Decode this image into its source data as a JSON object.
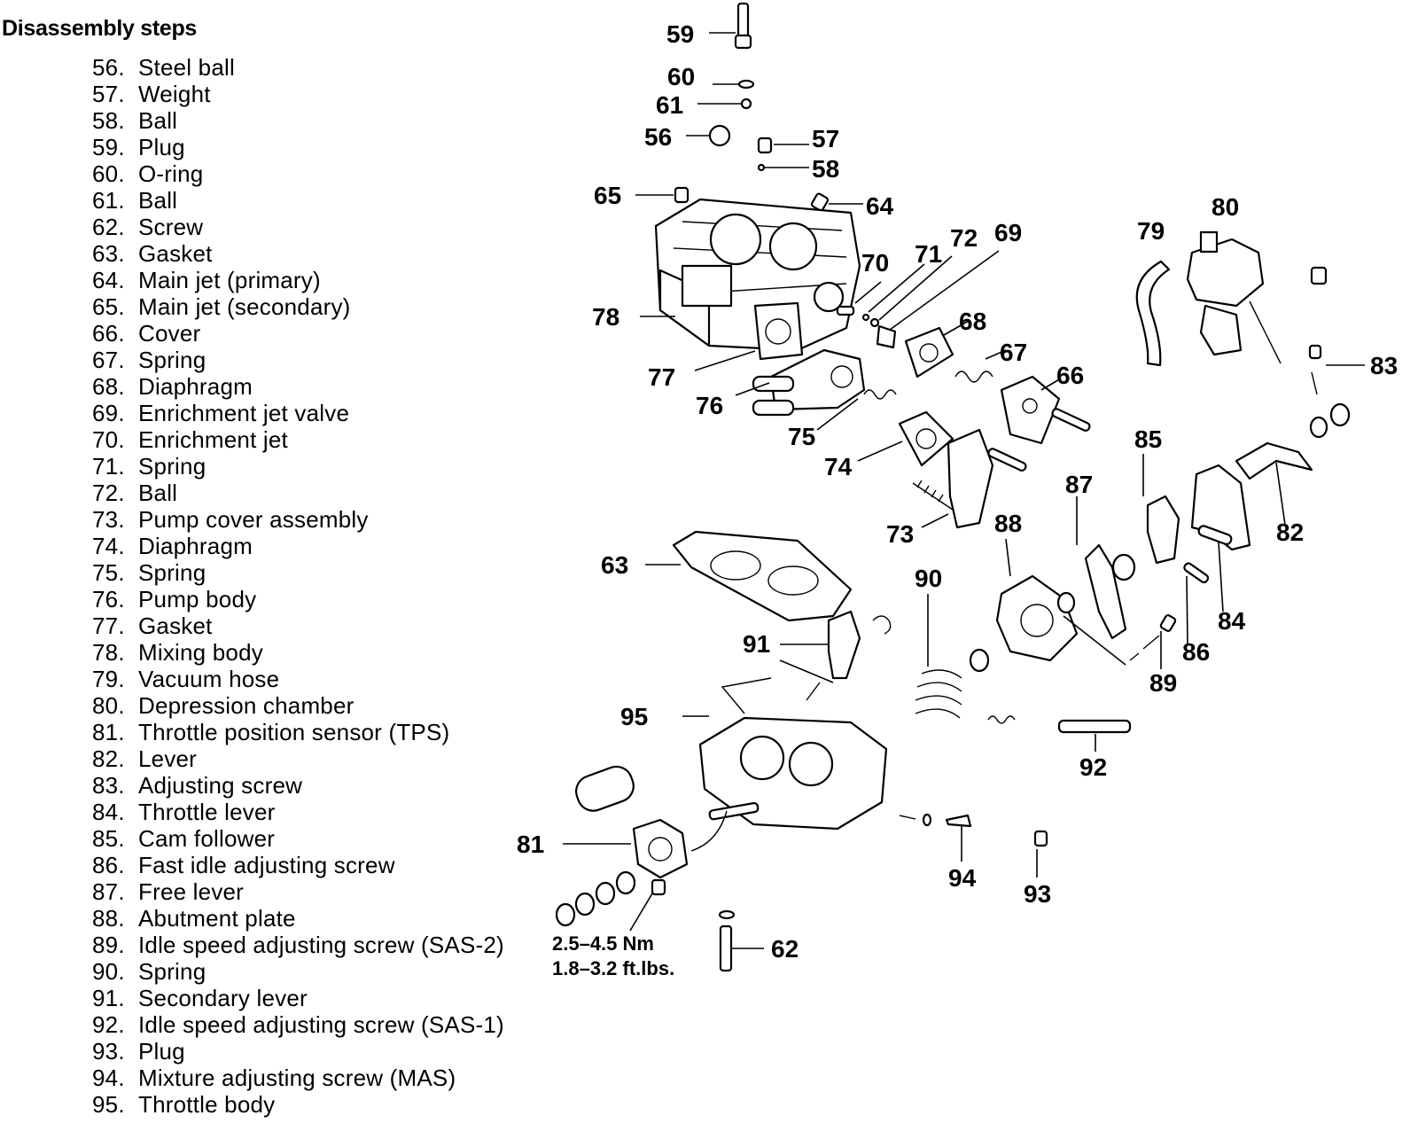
{
  "title": "Disassembly steps",
  "steps": [
    {
      "num": "56.",
      "label": "Steel ball"
    },
    {
      "num": "57.",
      "label": "Weight"
    },
    {
      "num": "58.",
      "label": "Ball"
    },
    {
      "num": "59.",
      "label": "Plug"
    },
    {
      "num": "60.",
      "label": "O-ring"
    },
    {
      "num": "61.",
      "label": "Ball"
    },
    {
      "num": "62.",
      "label": "Screw"
    },
    {
      "num": "63.",
      "label": "Gasket"
    },
    {
      "num": "64.",
      "label": "Main jet (primary)"
    },
    {
      "num": "65.",
      "label": "Main jet (secondary)"
    },
    {
      "num": "66.",
      "label": "Cover"
    },
    {
      "num": "67.",
      "label": "Spring"
    },
    {
      "num": "68.",
      "label": "Diaphragm"
    },
    {
      "num": "69.",
      "label": "Enrichment jet valve"
    },
    {
      "num": "70.",
      "label": "Enrichment jet"
    },
    {
      "num": "71.",
      "label": "Spring"
    },
    {
      "num": "72.",
      "label": "Ball"
    },
    {
      "num": "73.",
      "label": "Pump cover assembly"
    },
    {
      "num": "74.",
      "label": "Diaphragm"
    },
    {
      "num": "75.",
      "label": "Spring"
    },
    {
      "num": "76.",
      "label": "Pump body"
    },
    {
      "num": "77.",
      "label": "Gasket"
    },
    {
      "num": "78.",
      "label": "Mixing body"
    },
    {
      "num": "79.",
      "label": "Vacuum hose"
    },
    {
      "num": "80.",
      "label": "Depression chamber"
    },
    {
      "num": "81.",
      "label": "Throttle position sensor (TPS)"
    },
    {
      "num": "82.",
      "label": "Lever"
    },
    {
      "num": "83.",
      "label": "Adjusting screw"
    },
    {
      "num": "84.",
      "label": "Throttle lever"
    },
    {
      "num": "85.",
      "label": "Cam follower"
    },
    {
      "num": "86.",
      "label": "Fast idle adjusting screw"
    },
    {
      "num": "87.",
      "label": "Free lever"
    },
    {
      "num": "88.",
      "label": "Abutment plate"
    },
    {
      "num": "89.",
      "label": "Idle speed adjusting screw (SAS-2)"
    },
    {
      "num": "90.",
      "label": "Spring"
    },
    {
      "num": "91.",
      "label": "Secondary lever"
    },
    {
      "num": "92.",
      "label": "Idle speed adjusting screw (SAS-1)"
    },
    {
      "num": "93.",
      "label": "Plug"
    },
    {
      "num": "94.",
      "label": "Mixture adjusting screw (MAS)"
    },
    {
      "num": "95.",
      "label": "Throttle body"
    }
  ],
  "callouts": [
    "59",
    "60",
    "61",
    "56",
    "57",
    "58",
    "65",
    "64",
    "78",
    "70",
    "71",
    "72",
    "69",
    "79",
    "80",
    "83",
    "68",
    "67",
    "66",
    "77",
    "76",
    "75",
    "74",
    "85",
    "82",
    "73",
    "87",
    "88",
    "63",
    "90",
    "84",
    "86",
    "91",
    "89",
    "95",
    "92",
    "81",
    "94",
    "93",
    "62"
  ],
  "torque": {
    "nm": "2.5–4.5 Nm",
    "ftlbs": "1.8–3.2 ft.lbs."
  }
}
